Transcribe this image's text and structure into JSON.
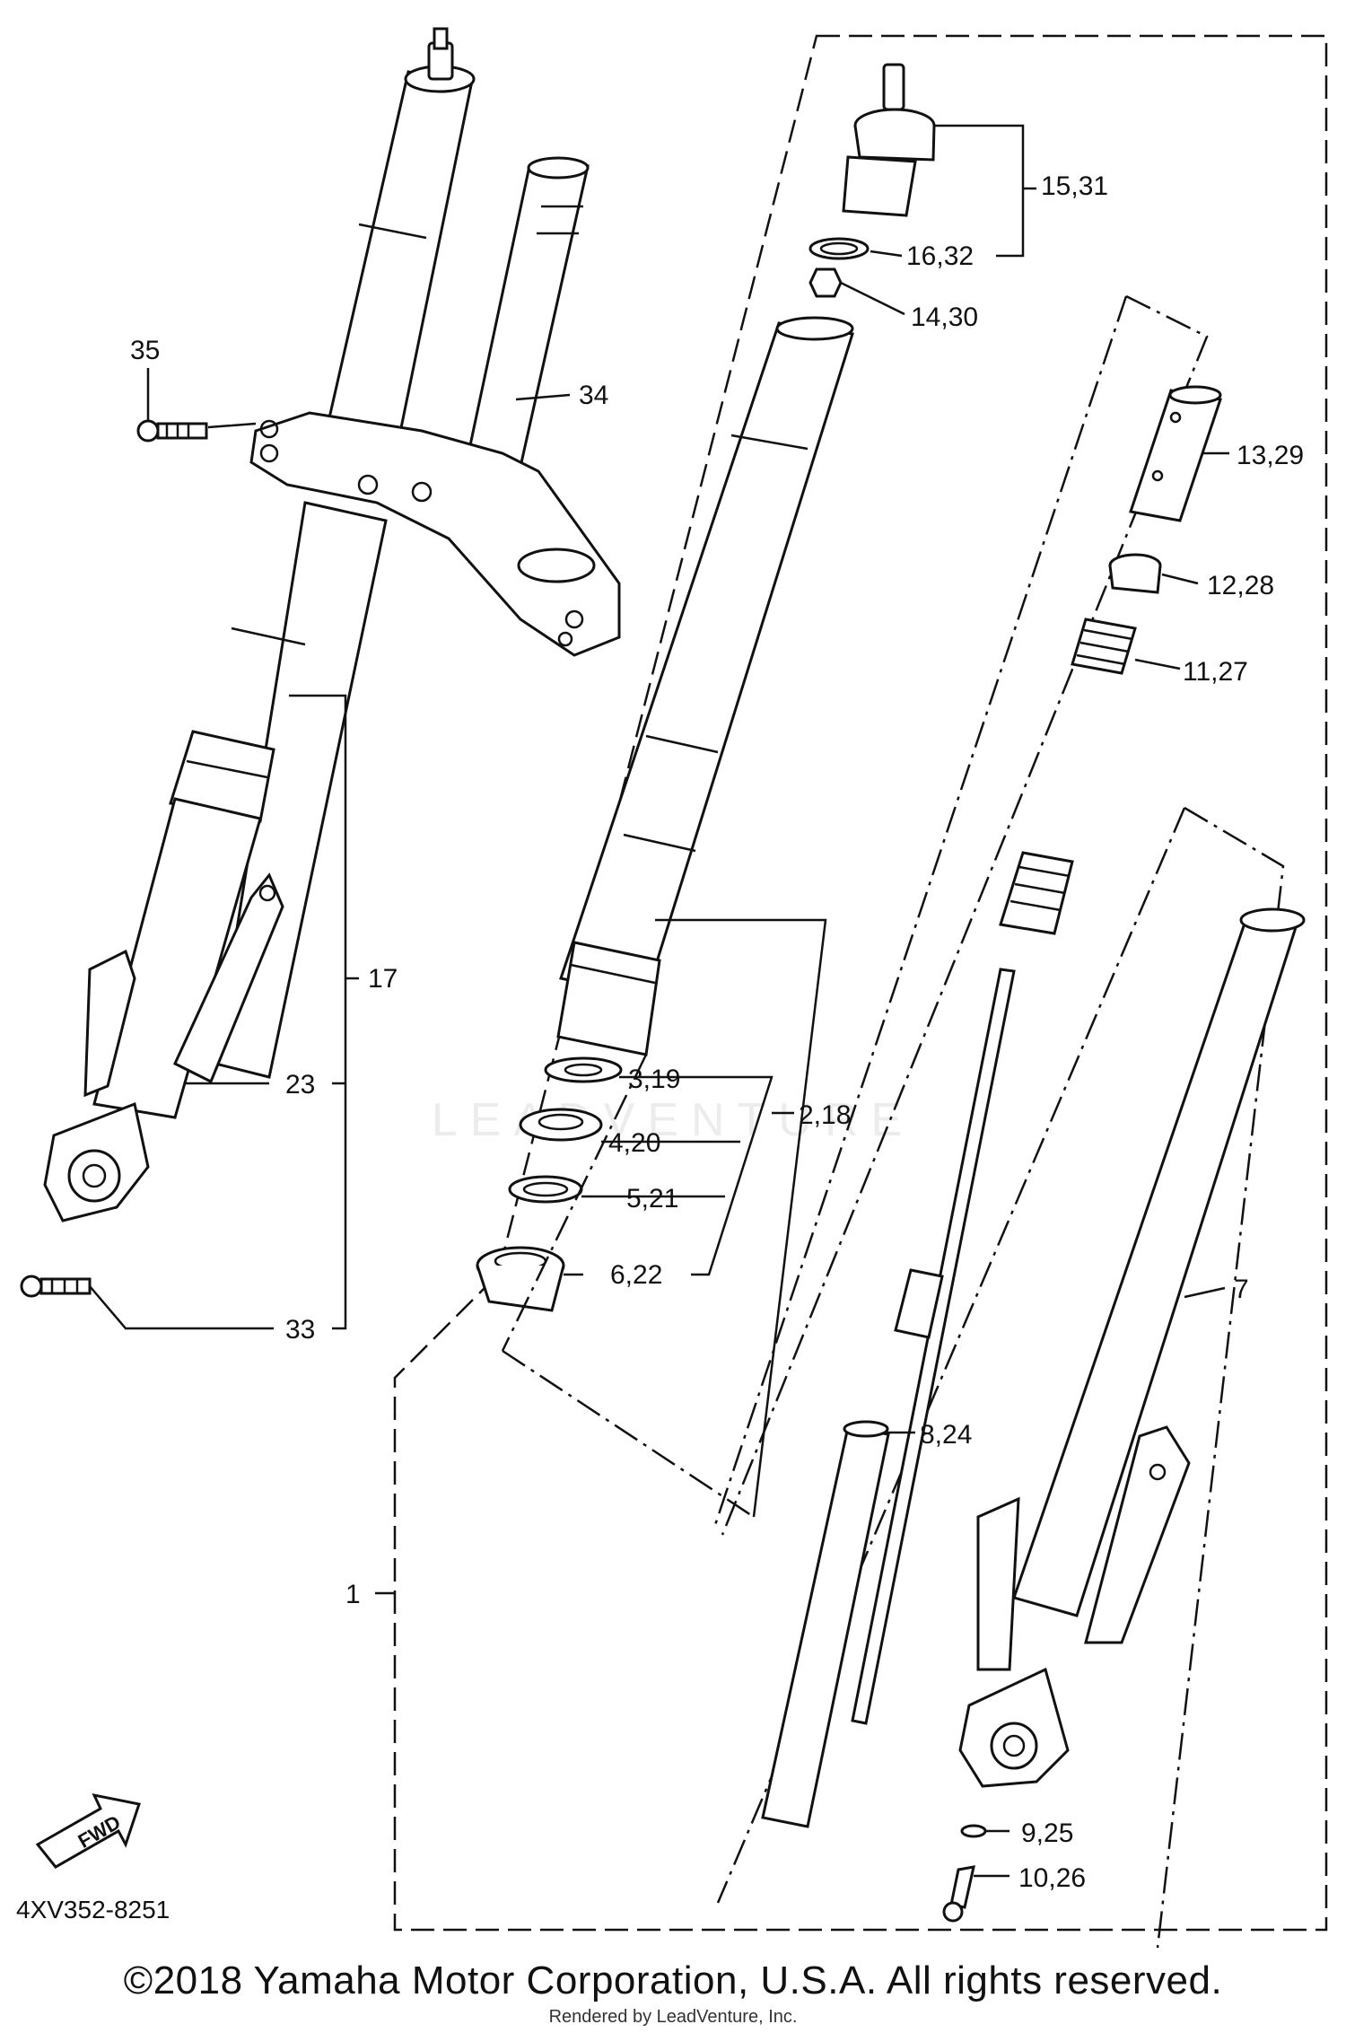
{
  "callouts": {
    "c1": "1",
    "c2_18": "2,18",
    "c3_19": "3,19",
    "c4_20": "4,20",
    "c5_21": "5,21",
    "c6_22": "6,22",
    "c7": "7",
    "c8_24": "8,24",
    "c9_25": "9,25",
    "c10_26": "10,26",
    "c11_27": "11,27",
    "c12_28": "12,28",
    "c13_29": "13,29",
    "c14_30": "14,30",
    "c15_31": "15,31",
    "c16_32": "16,32",
    "c17": "17",
    "c23": "23",
    "c33": "33",
    "c34": "34",
    "c35": "35"
  },
  "fwd_badge": "FWD",
  "diagram_code": "4XV352-8251",
  "watermark": "LEADVENTURE",
  "copyright": "©2018 Yamaha Motor Corporation, U.S.A. All rights reserved.",
  "rendered_by": "Rendered by LeadVenture, Inc."
}
